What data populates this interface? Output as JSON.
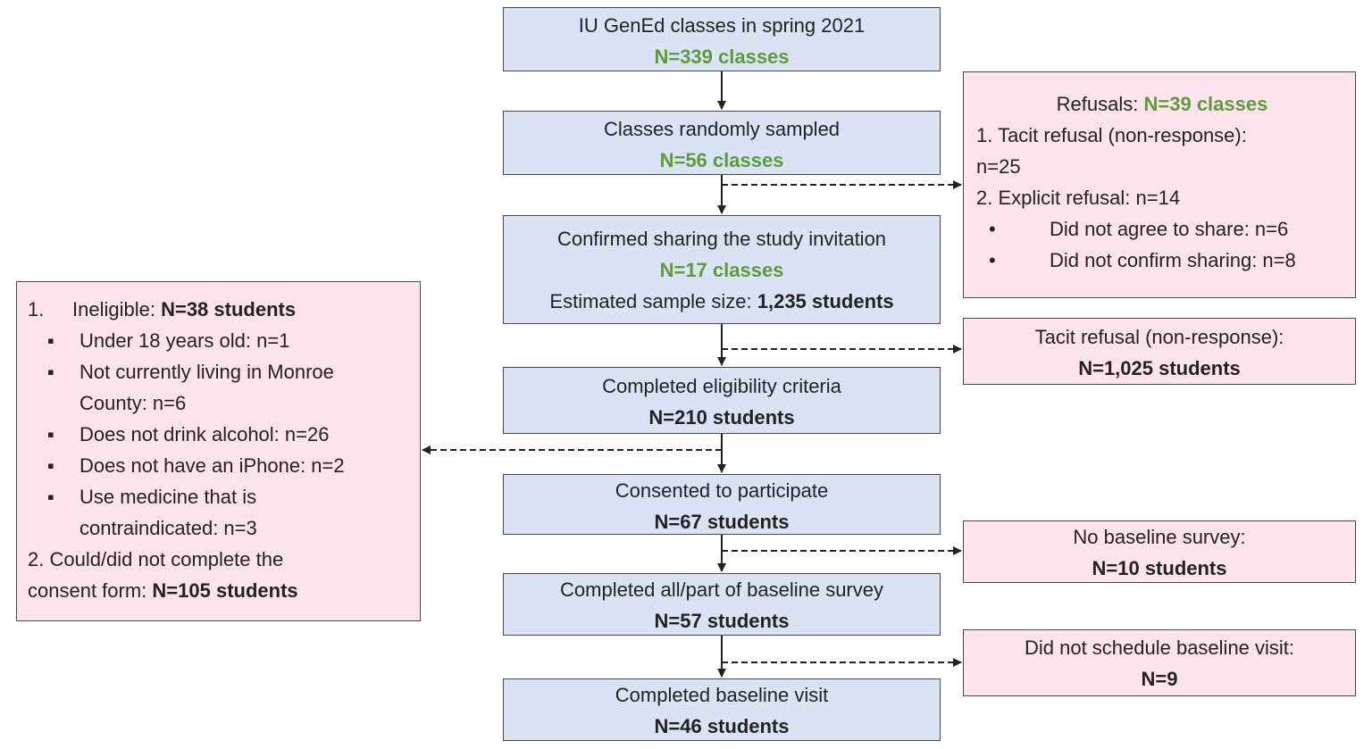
{
  "main": {
    "b1": {
      "text": "IU GenEd classes in spring 2021",
      "count": "N=339 classes"
    },
    "b2": {
      "text": "Classes randomly sampled",
      "count": "N=56 classes"
    },
    "b3": {
      "text": "Confirmed sharing the study invitation",
      "count": "N=17 classes",
      "estimate_label": "Estimated sample size:",
      "estimate_value": "1,235 students"
    },
    "b4": {
      "text": "Completed eligibility criteria",
      "count": "N=210 students"
    },
    "b5": {
      "text": "Consented to participate",
      "count": "N=67 students"
    },
    "b6": {
      "text": "Completed all/part of baseline survey",
      "count": "N=57 students"
    },
    "b7": {
      "text": "Completed baseline visit",
      "count": "N=46 students"
    }
  },
  "right": {
    "refusals": {
      "label": "Refusals:",
      "count": "N=39 classes",
      "item1": "1. Tacit refusal (non-response):",
      "item1_value": "n=25",
      "item2": "2. Explicit refusal: n=14",
      "bullet1": "Did not agree to share: n=6",
      "bullet2": "Did not confirm sharing: n=8",
      "bullet_glyph": "•"
    },
    "tacit": {
      "text": "Tacit refusal (non-response):",
      "count": "N=1,025 students"
    },
    "no_survey": {
      "text": "No baseline survey:",
      "count": "N=10 students"
    },
    "no_visit": {
      "text": "Did not schedule baseline visit:",
      "count": "N=9"
    }
  },
  "left": {
    "item1_num": "1.",
    "item1_label": "Ineligible:",
    "item1_count": "N=38 students",
    "bullet_glyph": "▪",
    "b1": "Under 18 years old: n=1",
    "b2a": "Not currently living in Monroe",
    "b2b": "County: n=6",
    "b3": "Does not drink alcohol: n=26",
    "b4": "Does not have an iPhone: n=2",
    "b5a": "Use medicine that is",
    "b5b": "contraindicated: n=3",
    "item2a": "2. Could/did not complete the",
    "item2b_label": "consent form:",
    "item2b_count": "N=105 students"
  },
  "colors": {
    "main_fill": "#dae3f3",
    "side_fill": "#fde4ec",
    "count_green": "#5f9a3c",
    "border": "#4a4a4a"
  }
}
